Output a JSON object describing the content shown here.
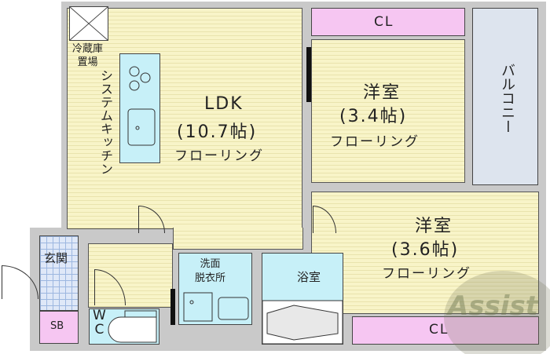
{
  "rooms": {
    "ldk": {
      "name": "LDK",
      "size": "(10.7帖)",
      "floor": "フローリング"
    },
    "room1": {
      "name": "洋室",
      "size": "(3.4帖)",
      "floor": "フローリング"
    },
    "room2": {
      "name": "洋室",
      "size": "(3.6帖)",
      "floor": "フローリング"
    },
    "cl_top": "CL",
    "cl_bottom": "CL",
    "balcony": "バルコニー",
    "fridge_line1": "冷蔵庫",
    "fridge_line2": "置場",
    "kitchen": "システムキッチン",
    "entrance": "玄関",
    "shoe_box": "SB",
    "wc_line1": "W",
    "wc_line2": "C",
    "washroom_line1": "洗面",
    "washroom_line2": "脱衣所",
    "bath": "浴室"
  },
  "watermark": "Assist",
  "colors": {
    "floor": "#f8f4c8",
    "wet": "#c7f0f8",
    "closet": "#f6c6f2",
    "wall": "#c9c9c9"
  }
}
